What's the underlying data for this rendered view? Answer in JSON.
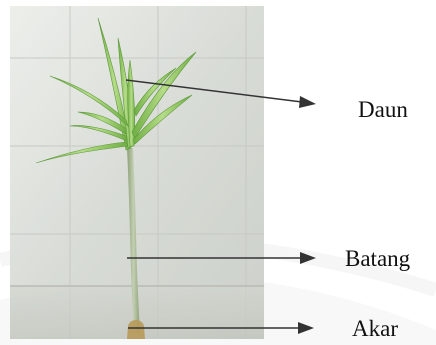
{
  "labels": {
    "leaf": "Daun",
    "stem": "Batang",
    "root": "Akar"
  },
  "colors": {
    "wall": "#d9dcd7",
    "leaf_green": "#8cc060",
    "stem_green": "#a7b892",
    "arrow": "#333333"
  }
}
